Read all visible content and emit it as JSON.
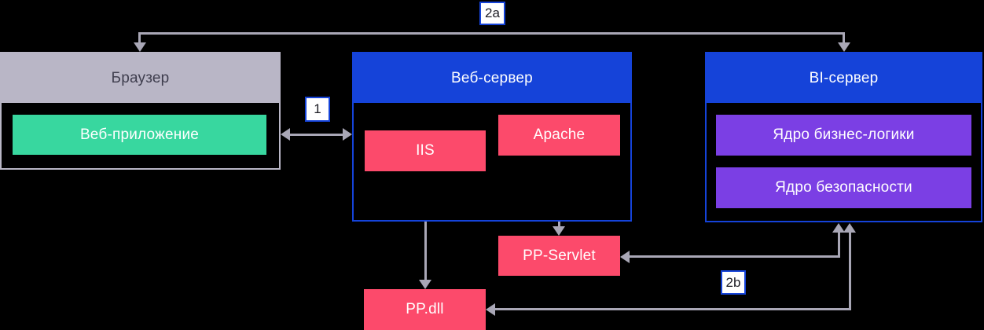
{
  "colors": {
    "background": "#000000",
    "accent_blue": "#1543d9",
    "pink": "#fc4a6b",
    "purple": "#7b3fe4",
    "green": "#38d79f",
    "gray": "#b9b6c6",
    "arrow_gray": "#a9a7b6",
    "header_text_dark": "#3f3e4e",
    "label_text": "#1c1c24",
    "label_bg": "#ffffff",
    "white": "#ffffff"
  },
  "nodes": {
    "browser": {
      "title": "Браузер"
    },
    "web_app": {
      "label": "Веб-приложение"
    },
    "web_server": {
      "title": "Веб-сервер"
    },
    "iis": {
      "label": "IIS"
    },
    "apache": {
      "label": "Apache"
    },
    "bi_server": {
      "title": "BI-сервер"
    },
    "business_logic_core": {
      "label": "Ядро бизнес-логики"
    },
    "security_core": {
      "label": "Ядро безопасности"
    },
    "pp_servlet": {
      "label": "PP-Servlet"
    },
    "pp_dll": {
      "label": "PP.dll"
    }
  },
  "connectors": {
    "step_1": {
      "label": "1"
    },
    "step_2a": {
      "label": "2a"
    },
    "step_2b": {
      "label": "2b"
    }
  }
}
